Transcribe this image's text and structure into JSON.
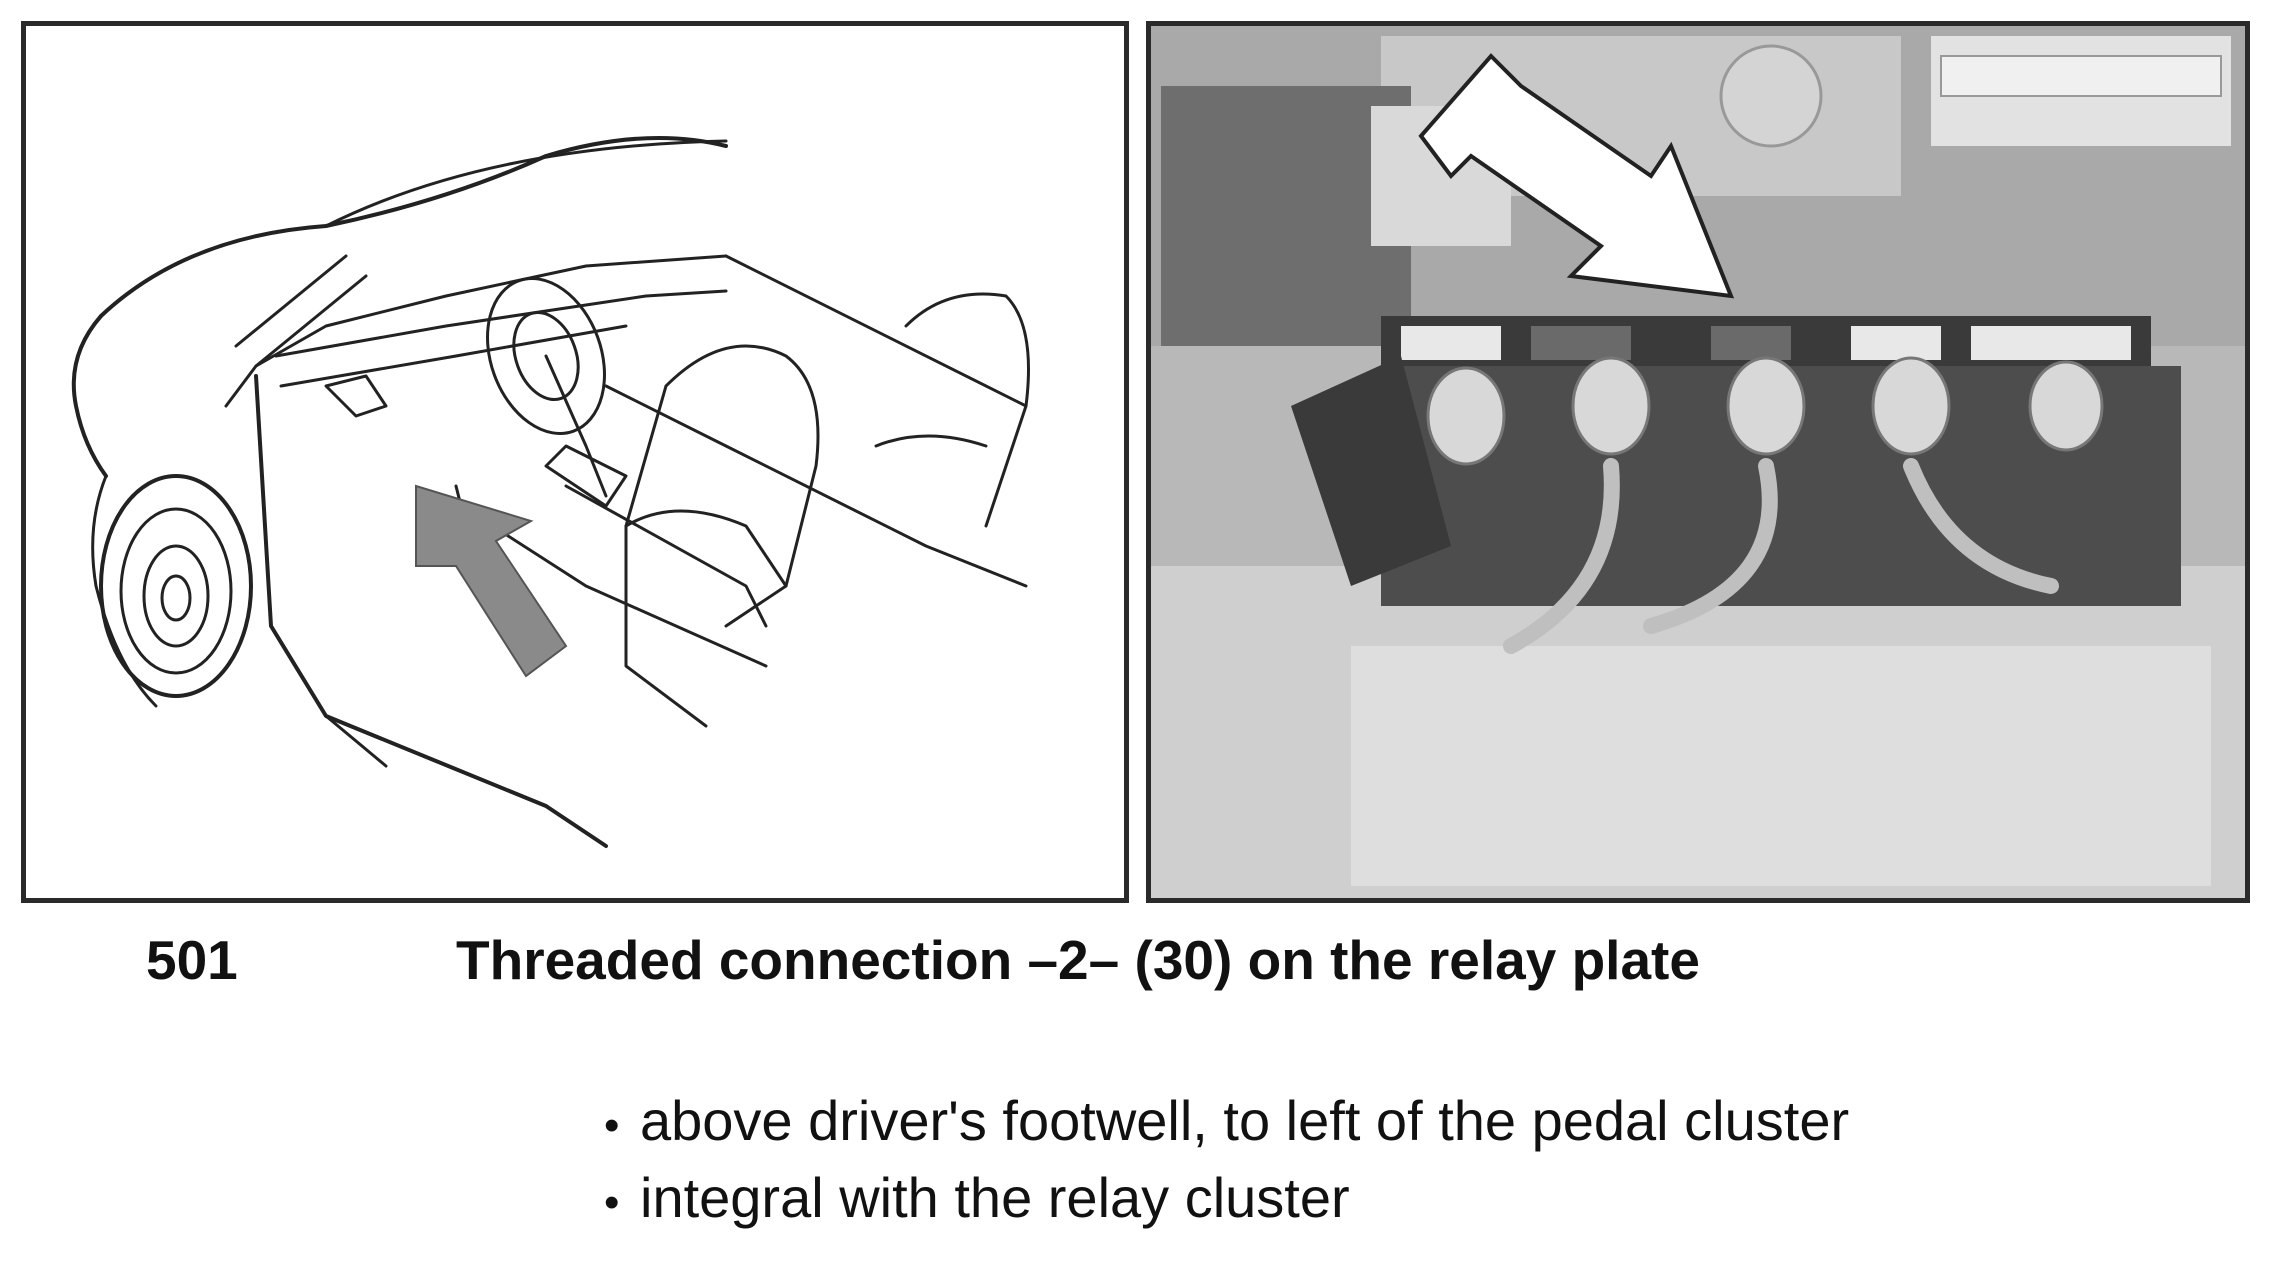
{
  "figure": {
    "number": "501",
    "title": "Threaded connection –2– (30) on the relay plate",
    "bullets": [
      "above driver's footwell, to left of the pedal cluster",
      "integral with the relay cluster"
    ]
  },
  "icons": {
    "bullet": "•",
    "location_arrow": "arrow-icon",
    "pointer_arrow": "arrow-icon"
  },
  "colors": {
    "location_arrow": "#8a8a8a",
    "pointer_arrow": "#ffffff",
    "border": "#2a2a2a"
  }
}
